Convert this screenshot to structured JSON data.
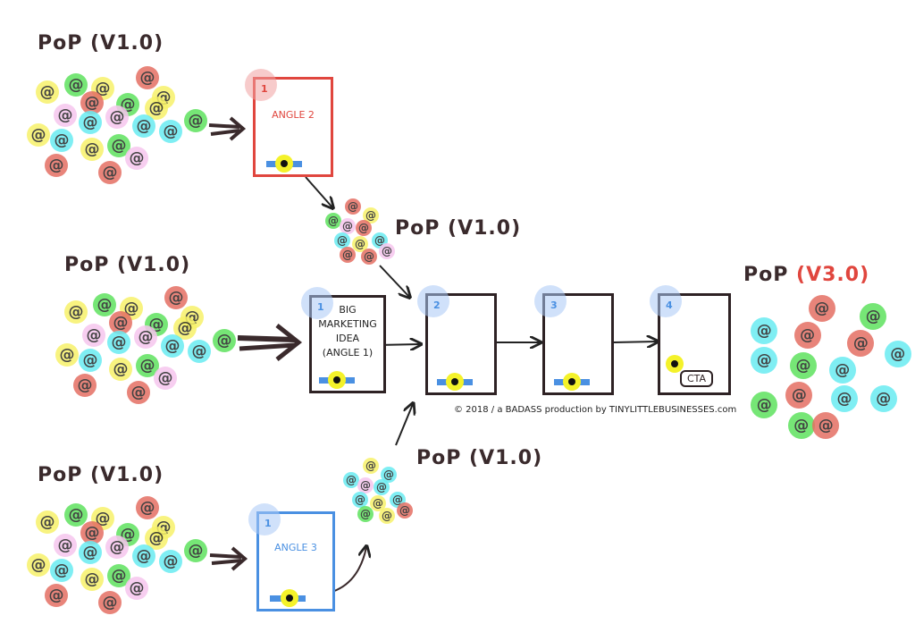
{
  "colors": {
    "red": "#e46f63",
    "yellow": "#f7f26a",
    "green": "#5fe25f",
    "cyan": "#69ecf2",
    "pink": "#f6c6ee",
    "card_red": "#e0463e",
    "card_blue": "#4a90e2",
    "card_dark": "#2e2224",
    "blob_red": "#f0a0a0",
    "blob_blue": "#a9c9f5",
    "accent_text": "#e0463e"
  },
  "labels": {
    "pop_top": "PoP (V1.0)",
    "pop_middle": "PoP (V1.0)",
    "pop_bottom": "PoP (V1.0)",
    "pop_mid_upper": "PoP (V1.0)",
    "pop_mid_lower": "PoP (V1.0)",
    "pop_result_prefix": "PoP",
    "pop_result_version": "(V3.0)"
  },
  "cards": {
    "angle2": {
      "number": "1",
      "title": "ANGLE 2"
    },
    "angle1": {
      "number": "1",
      "title_lines": [
        "BIG",
        "MARKETING",
        "IDEA",
        "(ANGLE 1)"
      ]
    },
    "step2": {
      "number": "2"
    },
    "step3": {
      "number": "3"
    },
    "step4": {
      "number": "4",
      "cta": "CTA"
    },
    "angle3": {
      "number": "1",
      "title": "ANGLE 3"
    }
  },
  "credit": "© 2018 / a BADASS production by TINYLITTLEBUSINESSES.com",
  "icons": {
    "at_symbol": "@",
    "arrow": "right-arrow",
    "spark": "lightbulb-spark"
  },
  "clusters": {
    "top": [
      "yellow",
      "green",
      "yellow",
      "red",
      "red",
      "yellow",
      "green",
      "yellow",
      "pink",
      "cyan",
      "pink",
      "cyan",
      "cyan",
      "green",
      "yellow",
      "cyan",
      "yellow",
      "green",
      "pink",
      "red",
      "red"
    ],
    "middle": [
      "yellow",
      "green",
      "yellow",
      "red",
      "red",
      "yellow",
      "green",
      "yellow",
      "pink",
      "cyan",
      "pink",
      "cyan",
      "cyan",
      "green",
      "yellow",
      "cyan",
      "yellow",
      "green",
      "pink",
      "red",
      "red"
    ],
    "bottom": [
      "yellow",
      "green",
      "yellow",
      "red",
      "red",
      "yellow",
      "green",
      "yellow",
      "pink",
      "cyan",
      "pink",
      "cyan",
      "cyan",
      "green",
      "yellow",
      "cyan",
      "yellow",
      "green",
      "pink",
      "red",
      "red"
    ],
    "mid_upper": [
      "red",
      "yellow",
      "green",
      "pink",
      "red",
      "cyan",
      "yellow",
      "cyan",
      "red",
      "red",
      "pink"
    ],
    "mid_lower": [
      "yellow",
      "cyan",
      "cyan",
      "pink",
      "cyan",
      "cyan",
      "yellow",
      "cyan",
      "green",
      "yellow",
      "red"
    ],
    "result": [
      "red",
      "green",
      "cyan",
      "red",
      "red",
      "cyan",
      "cyan",
      "green",
      "cyan",
      "red",
      "cyan",
      "cyan",
      "green",
      "green",
      "red"
    ]
  }
}
